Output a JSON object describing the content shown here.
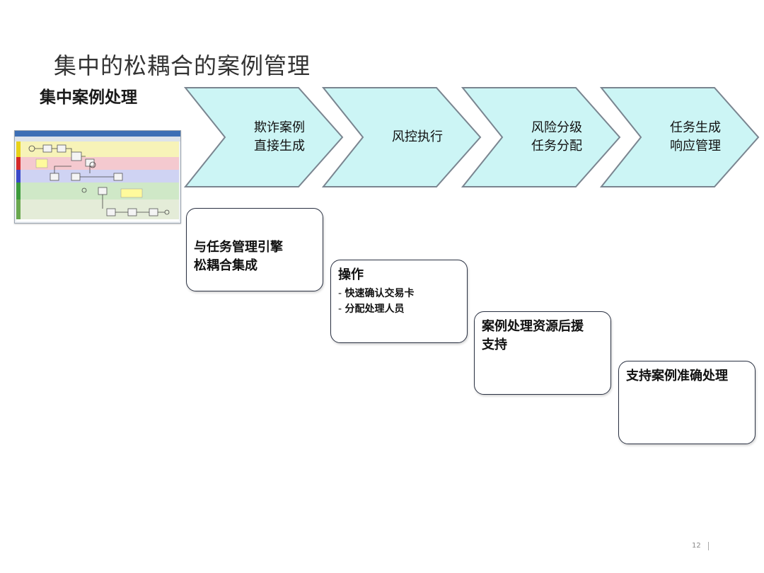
{
  "title": "集中的松耦合的案例管理",
  "subtitle": "集中案例处理",
  "chevrons": [
    {
      "label": "欺诈案例\n直接生成"
    },
    {
      "label": "风控执行"
    },
    {
      "label": "风险分级\n任务分配"
    },
    {
      "label": "任务生成\n响应管理"
    }
  ],
  "boxes": [
    {
      "head": "与任务管理引擎\n松耦合集成"
    },
    {
      "head": "操作",
      "items": [
        "快速确认交易卡",
        "分配处理人员"
      ]
    },
    {
      "head": "案例处理资源后援\n支持"
    },
    {
      "head": "支持案例准确处理"
    }
  ],
  "page_number": "12",
  "colors": {
    "chevron_fill": "#ccf5f5",
    "chevron_stroke": "#7a8590",
    "box_border": "#2a3142"
  }
}
